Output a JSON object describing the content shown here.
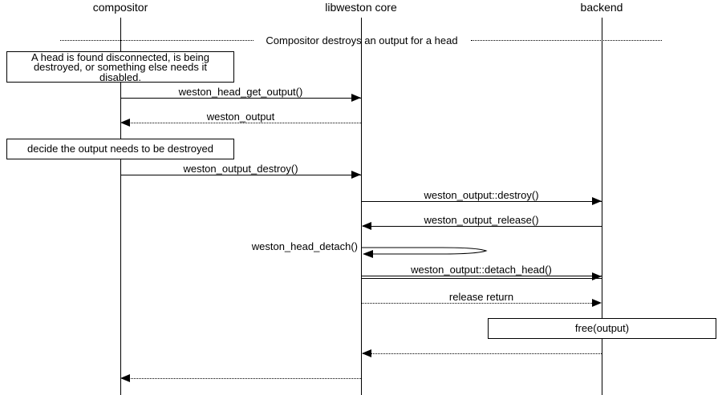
{
  "diagram": {
    "divider_label": "Compositor destroys an output for a head",
    "participants": [
      {
        "label": "compositor"
      },
      {
        "label": "libweston core"
      },
      {
        "label": "backend"
      }
    ],
    "notes": [
      {
        "lines": [
          "A head is found disconnected, is being",
          "destroyed, or something else needs it",
          "disabled."
        ]
      },
      {
        "text": "decide the output needs to be destroyed"
      },
      {
        "text": "free(output)"
      }
    ],
    "messages": [
      {
        "label": "weston_head_get_output()",
        "from": "compositor",
        "to": "libweston core",
        "style": "solid"
      },
      {
        "label": "weston_output",
        "from": "libweston core",
        "to": "compositor",
        "style": "dotted"
      },
      {
        "label": "weston_output_destroy()",
        "from": "compositor",
        "to": "libweston core",
        "style": "solid"
      },
      {
        "label": "weston_output::destroy()",
        "from": "libweston core",
        "to": "backend",
        "style": "solid"
      },
      {
        "label": "weston_output_release()",
        "from": "backend",
        "to": "libweston core",
        "style": "solid"
      },
      {
        "label": "weston_head_detach()",
        "from": "libweston core",
        "to": "libweston core",
        "style": "self"
      },
      {
        "label": "weston_output::detach_head()",
        "from": "libweston core",
        "to": "backend",
        "style": "double"
      },
      {
        "label": "release return",
        "from": "libweston core",
        "to": "backend",
        "style": "dotted"
      },
      {
        "label": "",
        "from": "backend",
        "to": "libweston core",
        "style": "dotted"
      },
      {
        "label": "",
        "from": "libweston core",
        "to": "compositor",
        "style": "dotted"
      }
    ],
    "colors": {
      "line": "#000000",
      "background": "#ffffff",
      "text": "#000000"
    }
  }
}
